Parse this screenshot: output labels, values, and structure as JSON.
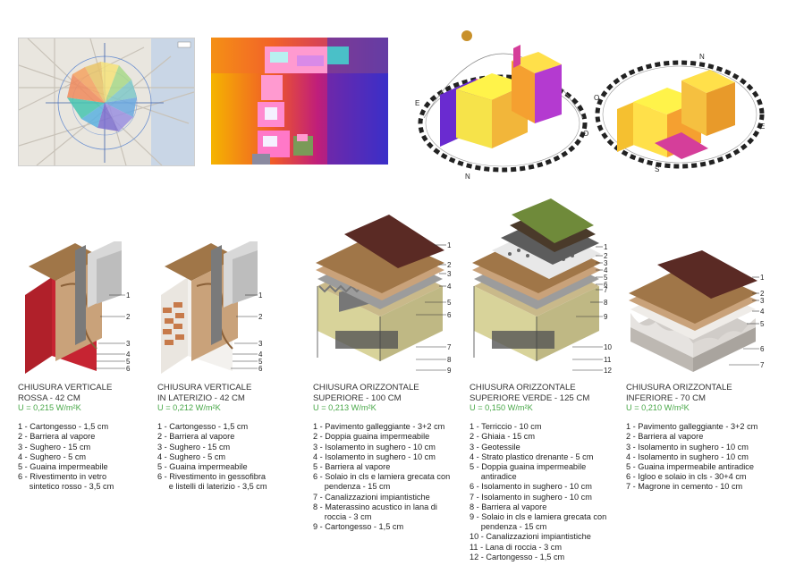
{
  "top_panels": {
    "map": {
      "icon": "wind-rose-map"
    },
    "heatmap": {
      "icon": "solar-radiation-heatmap"
    },
    "sun_path_left": {
      "labels": [
        "E",
        "N",
        "O"
      ]
    },
    "sun_path_right": {
      "labels": [
        "N",
        "E",
        "S",
        "O"
      ]
    }
  },
  "layers": [
    {
      "title_line1": "CHIUSURA VERTICALE",
      "title_line2": "ROSSA - 42 cm",
      "u_value": "U = 0,215 W/m²K",
      "callouts": [
        "1",
        "2",
        "3",
        "4",
        "5",
        "6"
      ],
      "items": [
        "1 - Cartongesso - 1,5 cm",
        "2 - Barriera al vapore",
        "3 - Sughero - 15 cm",
        "4 - Sughero - 5 cm",
        "5 - Guaina impermeabile",
        "6 - Rivestimento in vetro",
        "     sintetico rosso - 3,5 cm"
      ]
    },
    {
      "title_line1": "CHIUSURA VERTICALE",
      "title_line2": "IN LATERIZIO - 42 cm",
      "u_value": "U = 0,212 W/m²K",
      "callouts": [
        "1",
        "2",
        "3",
        "4",
        "5",
        "6"
      ],
      "items": [
        "1 - Cartongesso - 1,5 cm",
        "2 - Barriera al vapore",
        "3 - Sughero - 15 cm",
        "4 - Sughero - 5 cm",
        "5 - Guaina impermeabile",
        "6 - Rivestimento in gessofibra",
        "     e listelli di laterizio - 3,5 cm"
      ]
    },
    {
      "title_line1": "CHIUSURA ORIZZONTALE",
      "title_line2": "SUPERIORE - 100 cm",
      "u_value": "U = 0,213 W/m²K",
      "callouts": [
        "1",
        "2",
        "3",
        "4",
        "5",
        "6",
        "7",
        "8",
        "9"
      ],
      "items": [
        "1 - Pavimento galleggiante - 3+2 cm",
        "2 - Doppia guaina impermeabile",
        "3 - Isolamento in sughero - 10 cm",
        "4 - Isolamento in sughero - 10 cm",
        "5 - Barriera al vapore",
        "6 - Solaio in cls e lamiera grecata con",
        "     pendenza - 15 cm",
        "7 - Canalizzazioni impiantistiche",
        "8 - Materassino acustico in lana di",
        "     roccia - 3 cm",
        "9 - Cartongesso - 1,5 cm"
      ]
    },
    {
      "title_line1": "CHIUSURA ORIZZONTALE",
      "title_line2": "SUPERIORE VERDE - 125 cm",
      "u_value": "U = 0,150 W/m²K",
      "callouts": [
        "1",
        "2",
        "3",
        "4",
        "5",
        "6",
        "7",
        "8",
        "9",
        "10",
        "11",
        "12"
      ],
      "items": [
        "1 - Terriccio - 10 cm",
        "2 - Ghiaia - 15 cm",
        "3 - Geotessile",
        "4 - Strato plastico drenante - 5 cm",
        "5 - Doppia guaina impermeabile",
        "     antiradice",
        "6 - Isolamento in sughero - 10 cm",
        "7 - Isolamento in sughero - 10 cm",
        "8 - Barriera al vapore",
        "9 - Solaio in cls e lamiera grecata con",
        "     pendenza - 15 cm",
        "10 - Canalizzazioni impiantistiche",
        "11 - Lana di roccia - 3 cm",
        "12 - Cartongesso - 1,5 cm"
      ]
    },
    {
      "title_line1": "CHIUSURA ORIZZONTALE",
      "title_line2": "INFERIORE - 70 cm",
      "u_value": "U = 0,210 W/m²K",
      "callouts": [
        "1",
        "2",
        "3",
        "4",
        "5",
        "6",
        "7"
      ],
      "items": [
        "1 - Pavimento galleggiante - 3+2 cm",
        "2 - Barriera al vapore",
        "3 - Isolamento in sughero - 10 cm",
        "4 - Isolamento in sughero - 10 cm",
        "5 - Guaina impermeabile antiradice",
        "6 - Igloo e solaio in cls - 30+4 cm",
        "7 - Magrone in cemento - 10 cm"
      ]
    }
  ]
}
